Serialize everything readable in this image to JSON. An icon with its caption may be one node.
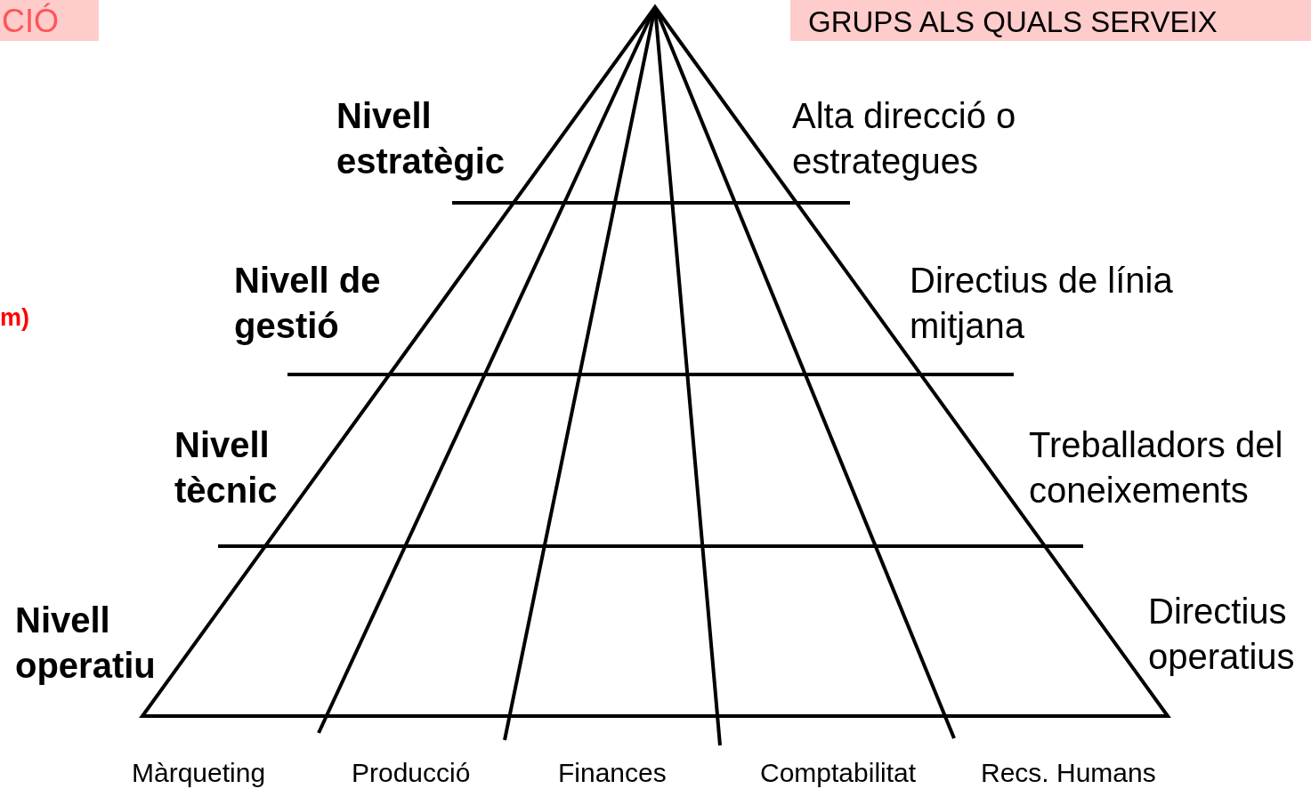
{
  "diagram": {
    "labels": [
      "CIÓ",
      "GRUPS ALS QUALS SERVEIX",
      "Nivell estratègic",
      "Alta direcció o estrategues",
      "m)",
      "Nivell de gestió",
      "Directius de línia mitjana",
      "Nivell tècnic",
      "Treballadors del coneixements",
      "Nivell operatiu",
      "Directius operatius",
      "Màrqueting",
      "Producció",
      "Finances",
      "Comptabilitat",
      "Recs. Humans"
    ]
  }
}
